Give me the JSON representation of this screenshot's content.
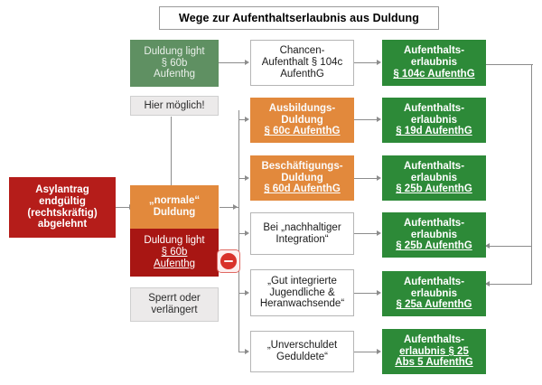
{
  "title": "Wege zur Aufenthaltserlaubnis aus Duldung",
  "colors": {
    "red": "#b51d1a",
    "dark_red": "#a81613",
    "orange": "#e2893c",
    "green": "#2d8a38",
    "green_muted": "#5f9062",
    "gray": "#eceaea",
    "connector": "#8c8c8c"
  },
  "nodes": {
    "asylantrag": {
      "lines": [
        "Asylantrag",
        "endgültig",
        "(rechtskräftig)",
        "abgelehnt"
      ]
    },
    "duldung_light_top": {
      "lines": [
        "Duldung light",
        "§ 60b",
        "Aufenthg"
      ]
    },
    "hier_moeglich": {
      "lines": [
        "Hier möglich!"
      ]
    },
    "normale_duldung": {
      "lines": [
        "„normale“",
        "Duldung"
      ]
    },
    "duldung_light_mid": {
      "lines": [
        "Duldung light",
        "§ 60b",
        "Aufenthg"
      ]
    },
    "sperrt_verlaengert": {
      "lines": [
        "Sperrt oder",
        "verlängert"
      ]
    },
    "chancen_aufenthalt": {
      "lines": [
        "Chancen-",
        "Aufenthalt § 104c",
        "AufenthG"
      ]
    },
    "ausbildungs_duldung": {
      "lines": [
        "Ausbildungs-",
        "Duldung",
        "§ 60c AufenthG"
      ]
    },
    "beschaeftigungs_duldung": {
      "lines": [
        "Beschäftigungs-",
        "Duldung",
        "§ 60d AufenthG"
      ]
    },
    "nachhaltige_integration": {
      "lines": [
        "Bei „nachhaltiger",
        "Integration“"
      ]
    },
    "gut_integrierte": {
      "lines": [
        "„Gut integrierte",
        "Jugendliche &",
        "Heranwachsende“"
      ]
    },
    "unverschuldet": {
      "lines": [
        "„Unverschuldet",
        "Geduldete“"
      ]
    },
    "ae_104c": {
      "lines": [
        "Aufenthalts-",
        "erlaubnis",
        "§ 104c AufenthG"
      ]
    },
    "ae_19d": {
      "lines": [
        "Aufenthalts-",
        "erlaubnis",
        "§ 19d AufenthG"
      ]
    },
    "ae_25b_1": {
      "lines": [
        "Aufenthalts-",
        "erlaubnis",
        "§ 25b AufenthG"
      ]
    },
    "ae_25b_2": {
      "lines": [
        "Aufenthalts-",
        "erlaubnis",
        "§ 25b AufenthG"
      ]
    },
    "ae_25a": {
      "lines": [
        "Aufenthalts-",
        "erlaubnis",
        "§ 25a AufenthG"
      ]
    },
    "ae_25_abs5": {
      "lines": [
        "Aufenthalts-",
        "erlaubnis § 25",
        "Abs 5 AufenthG"
      ]
    }
  },
  "icons": {
    "prohibition": "no-entry-icon"
  }
}
